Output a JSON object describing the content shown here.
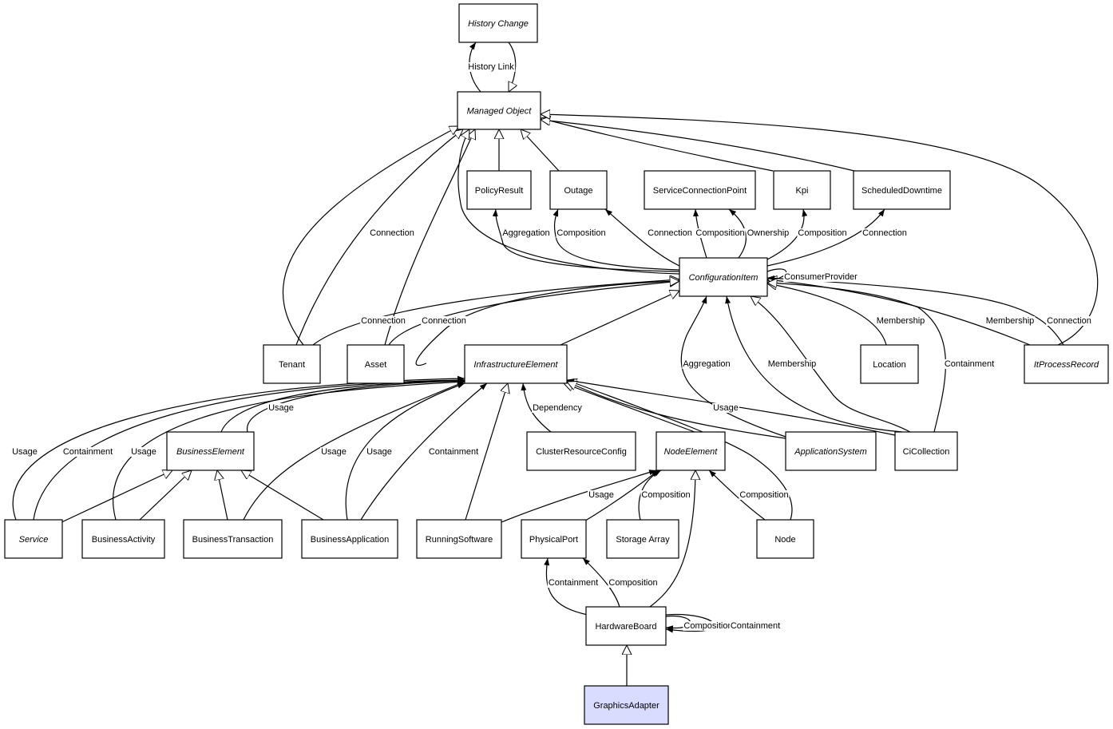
{
  "diagram": {
    "nodes": [
      {
        "id": "history_change",
        "label": "History Change",
        "abstract": true
      },
      {
        "id": "managed_object",
        "label": "Managed Object",
        "abstract": true
      },
      {
        "id": "policy_result",
        "label": "PolicyResult"
      },
      {
        "id": "outage",
        "label": "Outage"
      },
      {
        "id": "service_connection_point",
        "label": "ServiceConnectionPoint"
      },
      {
        "id": "kpi",
        "label": "Kpi"
      },
      {
        "id": "scheduled_downtime",
        "label": "ScheduledDowntime"
      },
      {
        "id": "configuration_item",
        "label": "ConfigurationItem",
        "abstract": true
      },
      {
        "id": "tenant",
        "label": "Tenant"
      },
      {
        "id": "asset",
        "label": "Asset"
      },
      {
        "id": "infrastructure_element",
        "label": "InfrastructureElement",
        "abstract": true
      },
      {
        "id": "location",
        "label": "Location"
      },
      {
        "id": "it_process_record",
        "label": "ItProcessRecord",
        "abstract": true
      },
      {
        "id": "business_element",
        "label": "BusinessElement",
        "abstract": true
      },
      {
        "id": "cluster_resource_config",
        "label": "ClusterResourceConfig"
      },
      {
        "id": "node_element",
        "label": "NodeElement",
        "abstract": true
      },
      {
        "id": "application_system",
        "label": "ApplicationSystem",
        "abstract": true
      },
      {
        "id": "ci_collection",
        "label": "CiCollection"
      },
      {
        "id": "service",
        "label": "Service",
        "abstract": true
      },
      {
        "id": "business_activity",
        "label": "BusinessActivity"
      },
      {
        "id": "business_transaction",
        "label": "BusinessTransaction"
      },
      {
        "id": "business_application",
        "label": "BusinessApplication"
      },
      {
        "id": "running_software",
        "label": "RunningSoftware"
      },
      {
        "id": "physical_port",
        "label": "PhysicalPort"
      },
      {
        "id": "storage_array",
        "label": "Storage Array"
      },
      {
        "id": "node",
        "label": "Node"
      },
      {
        "id": "hardware_board",
        "label": "HardwareBoard"
      },
      {
        "id": "graphics_adapter",
        "label": "GraphicsAdapter",
        "highlighted": true
      }
    ],
    "edge_labels": [
      "History Link",
      "Aggregation",
      "Composition",
      "Connection",
      "Composition",
      "Ownership",
      "Composition",
      "Connection",
      "ConsumerProvider",
      "Connection",
      "Connection",
      "Connection",
      "Membership",
      "Membership",
      "Connection",
      "Aggregation",
      "Membership",
      "Containment",
      "Usage",
      "Dependency",
      "Usage",
      "Usage",
      "Containment",
      "Usage",
      "Usage",
      "Usage",
      "Containment",
      "Usage",
      "Composition",
      "Composition",
      "Containment",
      "Composition",
      "Composition",
      "Containment"
    ]
  }
}
